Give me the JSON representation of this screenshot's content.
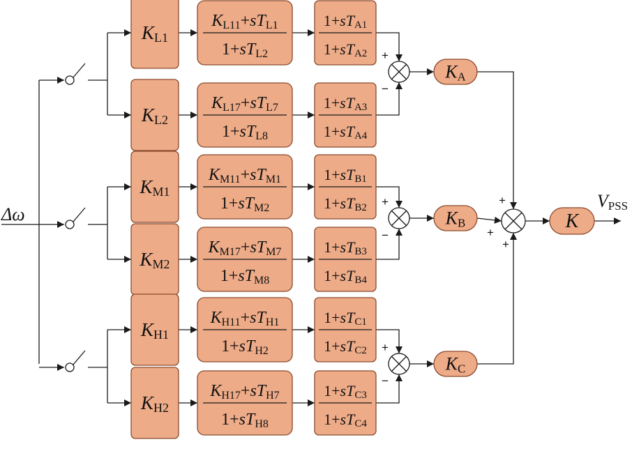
{
  "input_label": {
    "main": "Δω"
  },
  "output_label": {
    "main": "V",
    "sub": "PSS"
  },
  "final_gain": {
    "main": "K",
    "sub": ""
  },
  "bands": [
    {
      "id": "L",
      "out_gain": {
        "main": "K",
        "sub": "A"
      },
      "signs": [
        "+",
        "−"
      ],
      "branches": [
        {
          "gain": {
            "main": "K",
            "sub": "L1"
          },
          "lead_num": [
            {
              "t": "K",
              "s": "L11"
            },
            {
              "t": "+sT",
              "s": "L1"
            }
          ],
          "lead_den": [
            {
              "t": "1+sT",
              "s": "L2"
            }
          ],
          "tf_num": [
            {
              "t": "1+sT",
              "s": "A1"
            }
          ],
          "tf_den": [
            {
              "t": "1+sT",
              "s": "A2"
            }
          ]
        },
        {
          "gain": {
            "main": "K",
            "sub": "L2"
          },
          "lead_num": [
            {
              "t": "K",
              "s": "L17"
            },
            {
              "t": "+sT",
              "s": "L7"
            }
          ],
          "lead_den": [
            {
              "t": "1+sT",
              "s": "L8"
            }
          ],
          "tf_num": [
            {
              "t": "1+sT",
              "s": "A3"
            }
          ],
          "tf_den": [
            {
              "t": "1+sT",
              "s": "A4"
            }
          ]
        }
      ]
    },
    {
      "id": "M",
      "out_gain": {
        "main": "K",
        "sub": "B"
      },
      "signs": [
        "+",
        "−"
      ],
      "branches": [
        {
          "gain": {
            "main": "K",
            "sub": "M1"
          },
          "lead_num": [
            {
              "t": "K",
              "s": "M11"
            },
            {
              "t": "+sT",
              "s": "M1"
            }
          ],
          "lead_den": [
            {
              "t": "1+sT",
              "s": "M2"
            }
          ],
          "tf_num": [
            {
              "t": "1+sT",
              "s": "B1"
            }
          ],
          "tf_den": [
            {
              "t": "1+sT",
              "s": "B2"
            }
          ]
        },
        {
          "gain": {
            "main": "K",
            "sub": "M2"
          },
          "lead_num": [
            {
              "t": "K",
              "s": "M17"
            },
            {
              "t": "+sT",
              "s": "M7"
            }
          ],
          "lead_den": [
            {
              "t": "1+sT",
              "s": "M8"
            }
          ],
          "tf_num": [
            {
              "t": "1+sT",
              "s": "B3"
            }
          ],
          "tf_den": [
            {
              "t": "1+sT",
              "s": "B4"
            }
          ]
        }
      ]
    },
    {
      "id": "H",
      "out_gain": {
        "main": "K",
        "sub": "C"
      },
      "signs": [
        "+",
        "−"
      ],
      "branches": [
        {
          "gain": {
            "main": "K",
            "sub": "H1"
          },
          "lead_num": [
            {
              "t": "K",
              "s": "H11"
            },
            {
              "t": "+sT",
              "s": "H1"
            }
          ],
          "lead_den": [
            {
              "t": "1+sT",
              "s": "H2"
            }
          ],
          "tf_num": [
            {
              "t": "1+sT",
              "s": "C1"
            }
          ],
          "tf_den": [
            {
              "t": "1+sT",
              "s": "C2"
            }
          ]
        },
        {
          "gain": {
            "main": "K",
            "sub": "H2"
          },
          "lead_num": [
            {
              "t": "K",
              "s": "H17"
            },
            {
              "t": "+sT",
              "s": "H7"
            }
          ],
          "lead_den": [
            {
              "t": "1+sT",
              "s": "H8"
            }
          ],
          "tf_num": [
            {
              "t": "1+sT",
              "s": "C3"
            }
          ],
          "tf_den": [
            {
              "t": "1+sT",
              "s": "C4"
            }
          ]
        }
      ]
    }
  ],
  "final_sum_signs": [
    "+",
    "+",
    "+"
  ],
  "colors": {
    "block_fill": "#eeab88",
    "block_stroke": "#8a4a2c",
    "line": "#1a1a1a"
  }
}
